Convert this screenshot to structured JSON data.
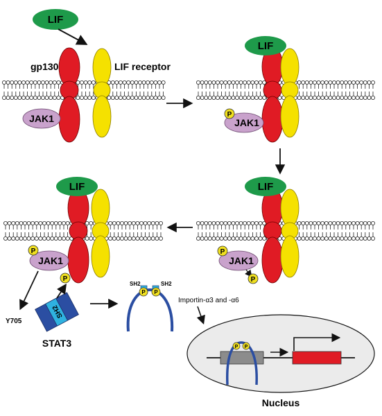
{
  "labels": {
    "lif": "LIF",
    "gp130": "gp130",
    "lif_receptor": "LIF receptor",
    "jak1": "JAK1",
    "p": "P",
    "sh2": "SH2",
    "y705": "Y705",
    "stat3": "STAT3",
    "importin": "Importin-α3 and -α6",
    "nucleus": "Nucleus"
  },
  "colors": {
    "lif": "#1e9a4a",
    "gp130": "#e01b24",
    "lif_receptor": "#f5e100",
    "jak1": "#c9a2cc",
    "phospho": "#f0e020",
    "stat3_dark": "#2b4ea2",
    "stat3_sh2": "#2fb2e0",
    "dna_box_grey": "#8c8c8c",
    "gene_red": "#e01b24",
    "nucleus_fill": "#ebebeb"
  }
}
